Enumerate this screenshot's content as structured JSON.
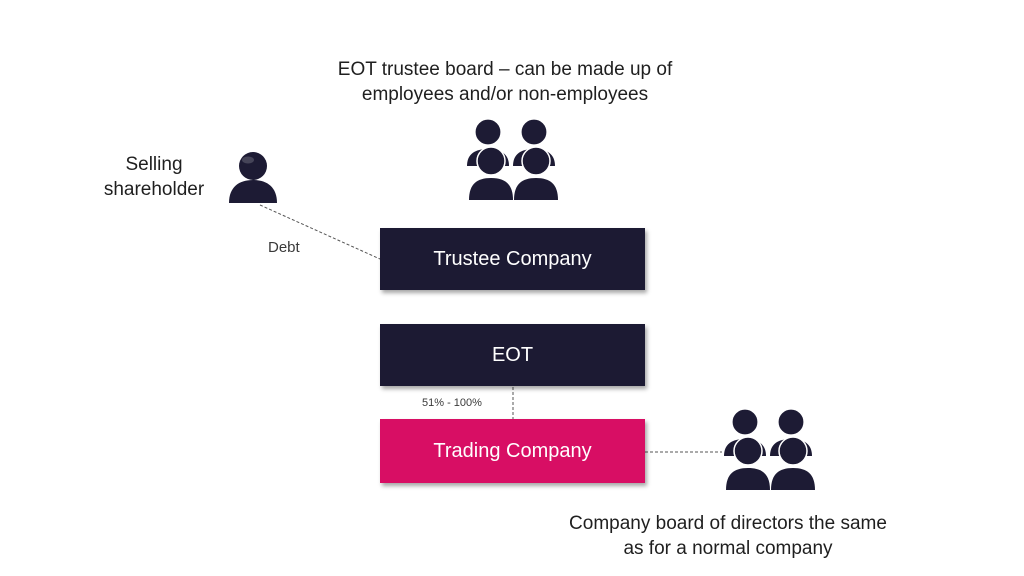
{
  "captions": {
    "trustee_board": "EOT trustee board – can be made up of employees and/or non-employees",
    "selling_shareholder": "Selling shareholder",
    "directors": "Company board of directors the same as for a normal company"
  },
  "labels": {
    "debt": "Debt",
    "ownership_range": "51% - 100%"
  },
  "boxes": {
    "trustee_company": "Trustee Company",
    "eot": "EOT",
    "trading_company": "Trading Company"
  },
  "colors": {
    "navy": "#1c1a33",
    "magenta": "#d80e64",
    "icon": "#1d1b34",
    "connector": "#555555"
  },
  "icons": {
    "person": "person-icon",
    "group": "people-group-icon"
  }
}
